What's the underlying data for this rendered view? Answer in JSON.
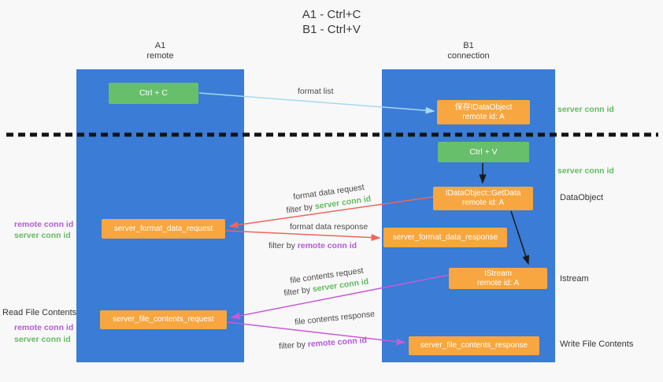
{
  "title": {
    "line1": "A1 - Ctrl+C",
    "line2": "B1 - Ctrl+V"
  },
  "lanes": {
    "left": {
      "name": "A1",
      "role": "remote"
    },
    "right": {
      "name": "B1",
      "role": "connection"
    }
  },
  "boxes": {
    "ctrl_c": {
      "label": "Ctrl + C"
    },
    "save_dataobject": {
      "line1": "保存IDataObject",
      "line2": "remote id: A"
    },
    "ctrl_v": {
      "label": "Ctrl + V"
    },
    "getdata": {
      "line1": "IDataObject::GetData",
      "line2": "remote id: A"
    },
    "format_request": {
      "label": "server_format_data_request"
    },
    "format_response": {
      "label": "server_format_data_response"
    },
    "istream": {
      "line1": "IStream",
      "line2": "remote id: A"
    },
    "file_request": {
      "label": "server_file_contents_request"
    },
    "file_response": {
      "label": "server_file_contents_response"
    }
  },
  "arrows": {
    "format_list": {
      "label": "format list"
    },
    "format_data_request": {
      "label": "format data request",
      "filter_prefix": "filter by ",
      "filter_key": "server conn id"
    },
    "format_data_response": {
      "label": "format data response",
      "filter_prefix": "filter by ",
      "filter_key": "remote conn id"
    },
    "file_contents_request": {
      "label": "file contents request",
      "filter_prefix": "filter by ",
      "filter_key": "server conn id"
    },
    "file_contents_response": {
      "label": "file contents response",
      "filter_prefix": "filter by ",
      "filter_key": "remote conn id"
    }
  },
  "side_labels": {
    "right_server_conn_top": "server conn id",
    "right_server_conn_mid": "server conn id",
    "dataobject": "DataObject",
    "istream": "Istream",
    "write_file_contents": "Write File Contents",
    "left_remote_conn_top": "remote conn id",
    "left_server_conn_top": "server conn id",
    "read_file_contents": "Read File Contents",
    "left_remote_conn_bottom": "remote conn id",
    "left_server_conn_bottom": "server conn id"
  },
  "colors": {
    "lane_blue": "#3a7cd6",
    "box_green": "#67bf6b",
    "box_orange": "#f7a640",
    "arrow_blue": "#a5d8f2",
    "arrow_red": "#f0655a",
    "arrow_magenta": "#c75bd6",
    "arrow_black": "#1a1a1a",
    "text_green": "#64bb64",
    "text_purple": "#b35bd6"
  }
}
